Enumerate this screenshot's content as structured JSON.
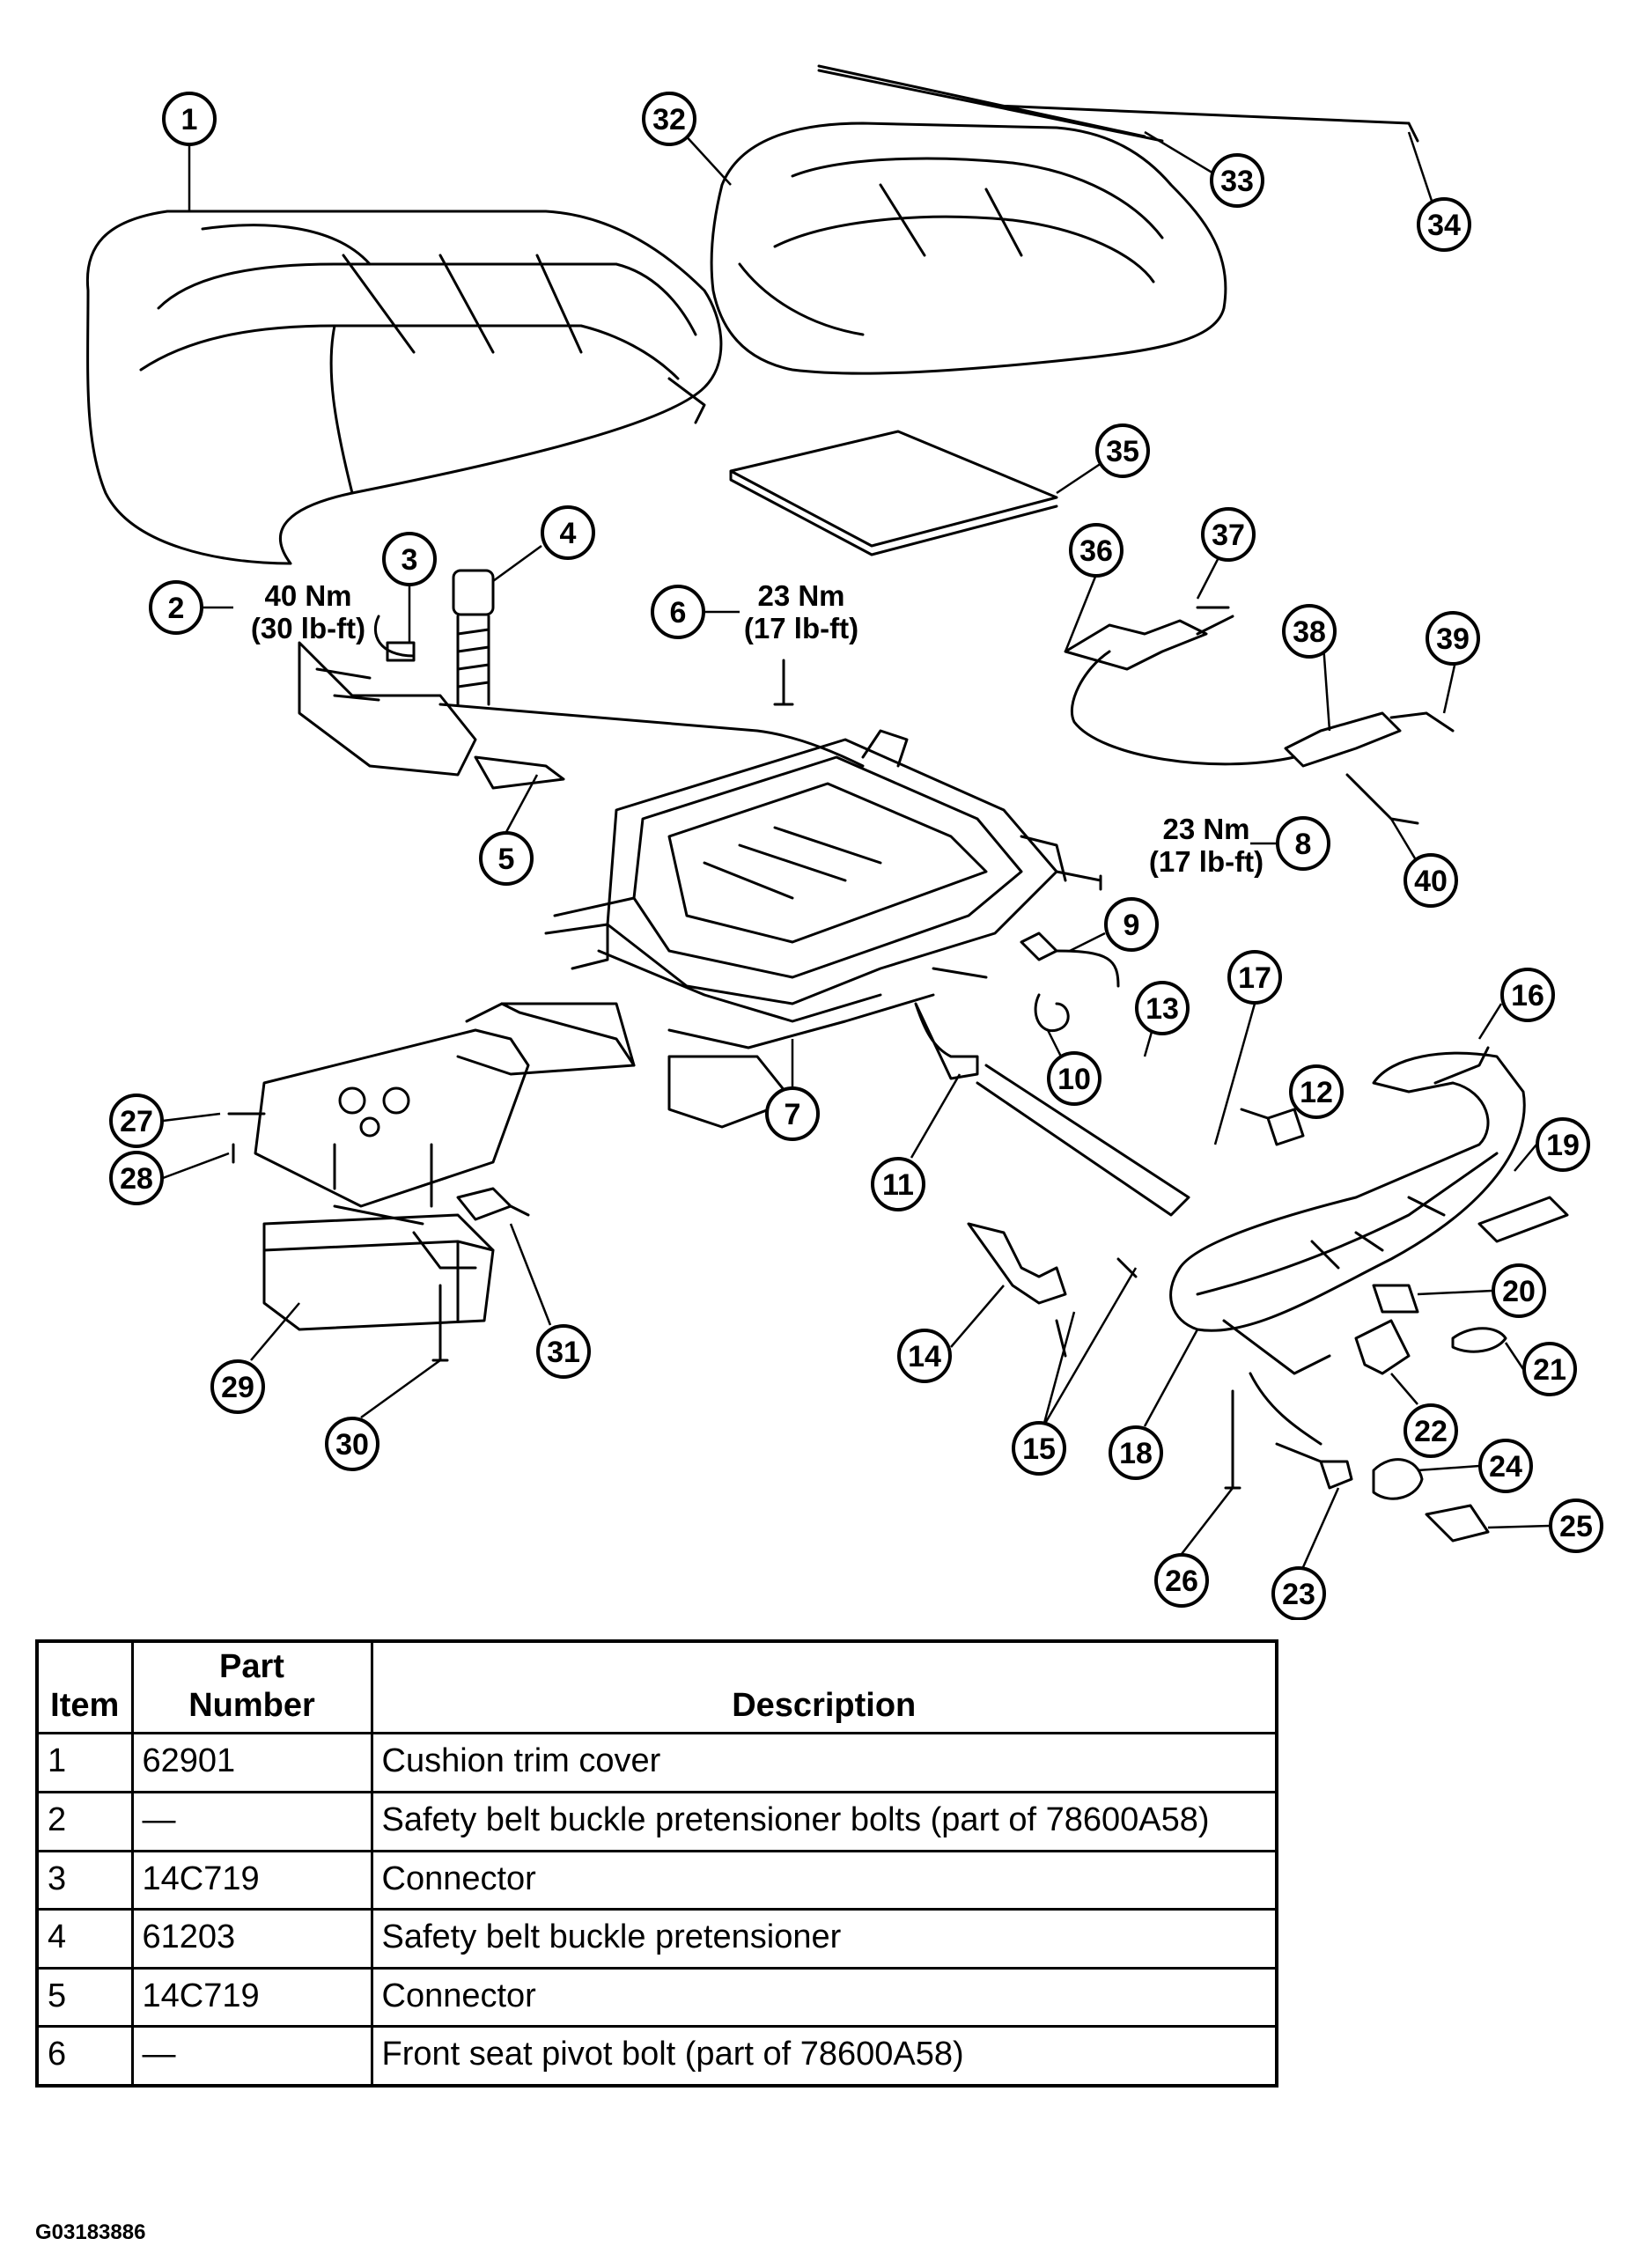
{
  "callouts": [
    "1",
    "2",
    "3",
    "4",
    "5",
    "6",
    "7",
    "8",
    "9",
    "10",
    "11",
    "12",
    "13",
    "14",
    "15",
    "16",
    "17",
    "18",
    "19",
    "20",
    "21",
    "22",
    "23",
    "24",
    "25",
    "26",
    "27",
    "28",
    "29",
    "30",
    "31",
    "32",
    "33",
    "34",
    "35",
    "36",
    "37",
    "38",
    "39",
    "40"
  ],
  "torque_specs": [
    {
      "item": "2",
      "metric": "40 Nm",
      "imperial": "(30 lb-ft)"
    },
    {
      "item": "6",
      "metric": "23 Nm",
      "imperial": "(17 lb-ft)"
    },
    {
      "item": "8",
      "metric": "23 Nm",
      "imperial": "(17 lb-ft)"
    }
  ],
  "table": {
    "headers": {
      "item": "Item",
      "part_number_line1": "Part",
      "part_number_line2": "Number",
      "description": "Description"
    },
    "rows": [
      {
        "item": "1",
        "part": "62901",
        "desc": "Cushion trim cover"
      },
      {
        "item": "2",
        "part": "—",
        "desc": "Safety belt buckle pretensioner bolts (part of 78600A58)"
      },
      {
        "item": "3",
        "part": "14C719",
        "desc": "Connector"
      },
      {
        "item": "4",
        "part": "61203",
        "desc": "Safety belt buckle pretensioner"
      },
      {
        "item": "5",
        "part": "14C719",
        "desc": "Connector"
      },
      {
        "item": "6",
        "part": "—",
        "desc": "Front seat pivot bolt (part of 78600A58)"
      }
    ]
  },
  "figure_id": "G03183886"
}
